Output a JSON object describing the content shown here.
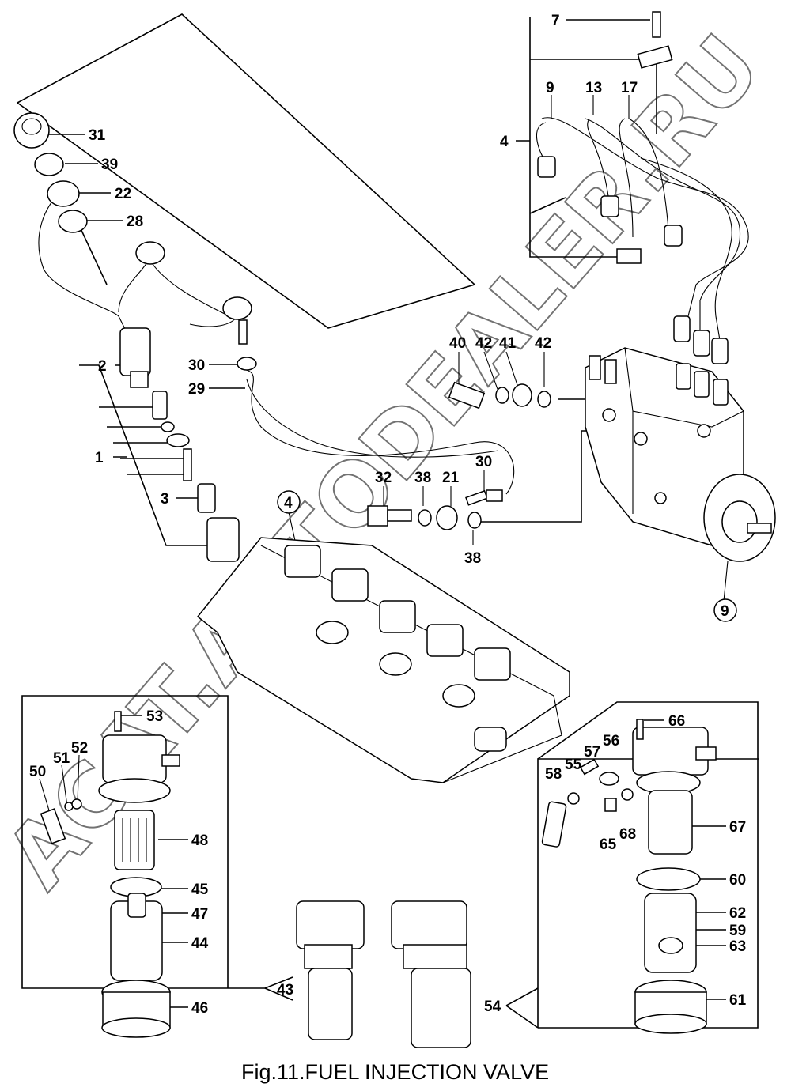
{
  "caption": "Fig.11.FUEL INJECTION VALVE",
  "watermark": "ACAT.AUTODEALER.RU",
  "callouts": [
    {
      "id": "c7",
      "text": "7"
    },
    {
      "id": "c4",
      "text": "4"
    },
    {
      "id": "c9a",
      "text": "9"
    },
    {
      "id": "c13",
      "text": "13"
    },
    {
      "id": "c17",
      "text": "17"
    },
    {
      "id": "c31",
      "text": "31"
    },
    {
      "id": "c39",
      "text": "39"
    },
    {
      "id": "c22",
      "text": "22"
    },
    {
      "id": "c28",
      "text": "28"
    },
    {
      "id": "c2",
      "text": "2"
    },
    {
      "id": "c30a",
      "text": "30"
    },
    {
      "id": "c29",
      "text": "29"
    },
    {
      "id": "c1",
      "text": "1"
    },
    {
      "id": "c3",
      "text": "3"
    },
    {
      "id": "c40",
      "text": "40"
    },
    {
      "id": "c42a",
      "text": "42"
    },
    {
      "id": "c41",
      "text": "41"
    },
    {
      "id": "c42b",
      "text": "42"
    },
    {
      "id": "c32",
      "text": "32"
    },
    {
      "id": "c38a",
      "text": "38"
    },
    {
      "id": "c21",
      "text": "21"
    },
    {
      "id": "c30b",
      "text": "30"
    },
    {
      "id": "c38b",
      "text": "38"
    },
    {
      "id": "c4c",
      "text": "4"
    },
    {
      "id": "c9c",
      "text": "9"
    },
    {
      "id": "c53",
      "text": "53"
    },
    {
      "id": "c51",
      "text": "51"
    },
    {
      "id": "c52",
      "text": "52"
    },
    {
      "id": "c50",
      "text": "50"
    },
    {
      "id": "c48",
      "text": "48"
    },
    {
      "id": "c45",
      "text": "45"
    },
    {
      "id": "c47",
      "text": "47"
    },
    {
      "id": "c44",
      "text": "44"
    },
    {
      "id": "c46",
      "text": "46"
    },
    {
      "id": "c43",
      "text": "43"
    },
    {
      "id": "c54",
      "text": "54"
    },
    {
      "id": "c66",
      "text": "66"
    },
    {
      "id": "c56",
      "text": "56"
    },
    {
      "id": "c57",
      "text": "57"
    },
    {
      "id": "c58",
      "text": "58"
    },
    {
      "id": "c55",
      "text": "55"
    },
    {
      "id": "c67",
      "text": "67"
    },
    {
      "id": "c65",
      "text": "65"
    },
    {
      "id": "c68",
      "text": "68"
    },
    {
      "id": "c60",
      "text": "60"
    },
    {
      "id": "c62",
      "text": "62"
    },
    {
      "id": "c59",
      "text": "59"
    },
    {
      "id": "c63",
      "text": "63"
    },
    {
      "id": "c61",
      "text": "61"
    }
  ]
}
